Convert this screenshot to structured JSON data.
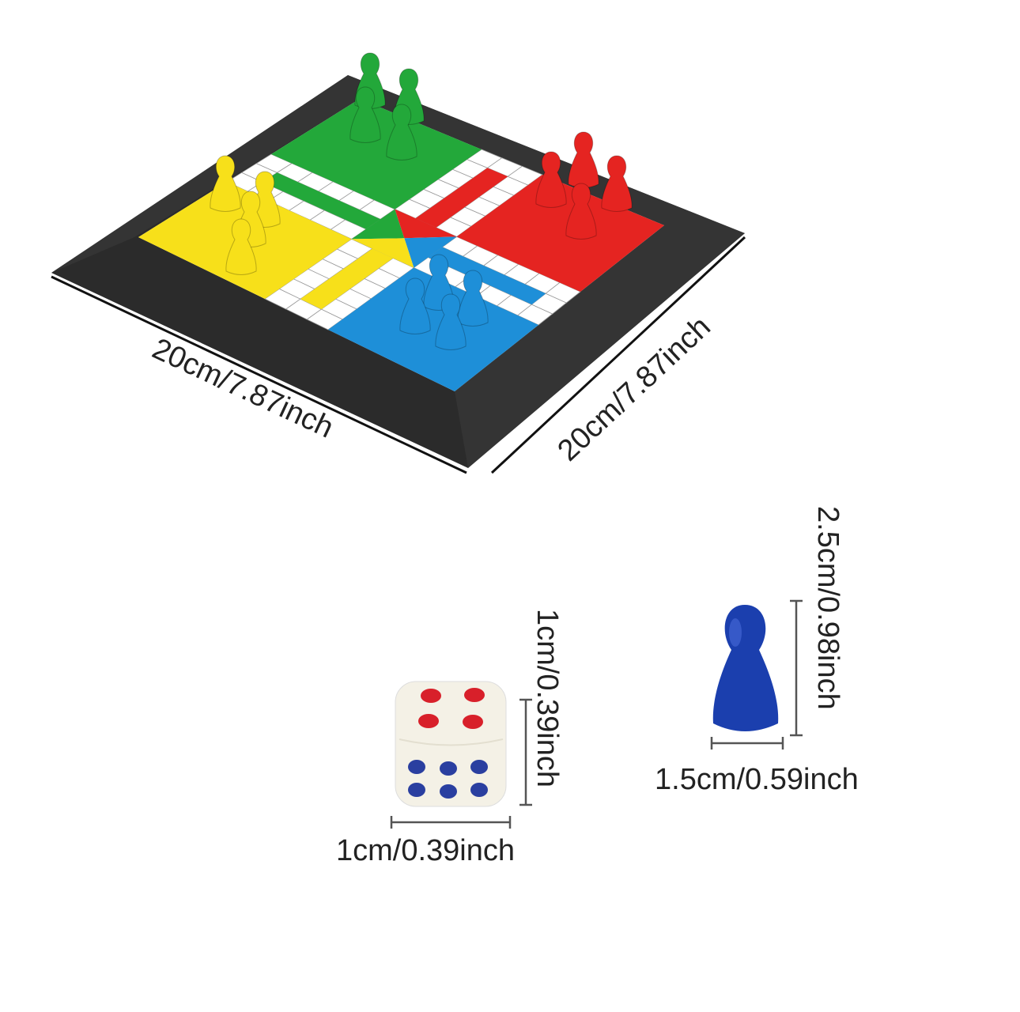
{
  "board": {
    "width_label": "20cm/7.87inch",
    "depth_label": "20cm/7.87inch",
    "colors": {
      "yellow": "#f7e01a",
      "green": "#23a83a",
      "red": "#e52421",
      "blue": "#1e8fd8",
      "frame": "#2a2a2a"
    }
  },
  "dice": {
    "height_label": "1cm/0.39inch",
    "width_label": "1cm/0.39inch",
    "pip_colors": {
      "top": "#d8202a",
      "front": "#2a3fa0"
    }
  },
  "pawn": {
    "height_label": "2.5cm/0.98inch",
    "width_label": "1.5cm/0.59inch",
    "color": "#1b3fae"
  }
}
